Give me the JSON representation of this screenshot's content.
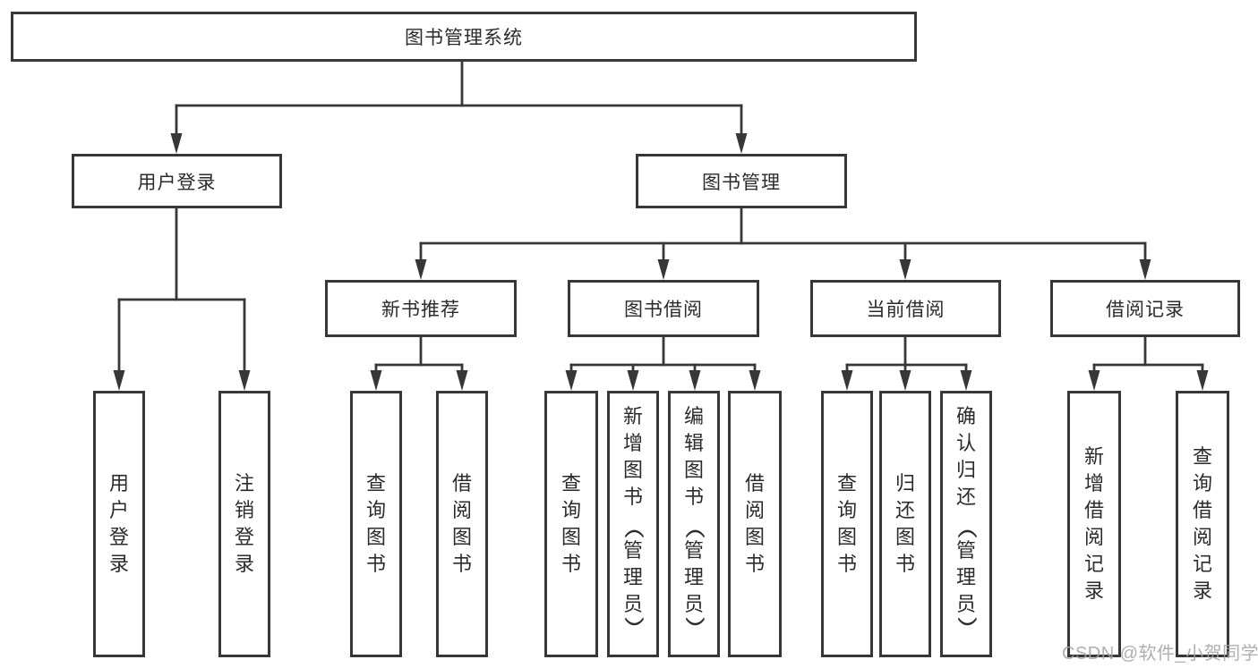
{
  "diagram": {
    "title": "图书管理系统",
    "colors": {
      "line": "#373737",
      "text": "#2b2b2b",
      "box_fill": "#ffffff",
      "background": "#ffffff",
      "watermark": "#a4a4a4"
    },
    "watermark": "CSDN @软件_小贺同学",
    "nodes": {
      "root": {
        "label": "图书管理系统"
      },
      "level2": [
        {
          "label": "用户登录"
        },
        {
          "label": "图书管理"
        }
      ],
      "level3": [
        {
          "label": "新书推荐"
        },
        {
          "label": "图书借阅"
        },
        {
          "label": "当前借阅"
        },
        {
          "label": "借阅记录"
        }
      ],
      "leaves": [
        {
          "label": "用户登录",
          "parent": "用户登录"
        },
        {
          "label": "注销登录",
          "parent": "用户登录"
        },
        {
          "label": "查询图书",
          "parent": "新书推荐"
        },
        {
          "label": "借阅图书",
          "parent": "新书推荐"
        },
        {
          "label": "查询图书",
          "parent": "图书借阅"
        },
        {
          "label": "新增图书（管理员）",
          "parent": "图书借阅"
        },
        {
          "label": "编辑图书（管理员）",
          "parent": "图书借阅"
        },
        {
          "label": "借阅图书",
          "parent": "图书借阅"
        },
        {
          "label": "查询图书",
          "parent": "当前借阅"
        },
        {
          "label": "归还图书",
          "parent": "当前借阅"
        },
        {
          "label": "确认归还（管理员）",
          "parent": "当前借阅"
        },
        {
          "label": "新增借阅记录",
          "parent": "借阅记录"
        },
        {
          "label": "查询借阅记录",
          "parent": "借阅记录"
        }
      ]
    },
    "hierarchy": {
      "图书管理系统": [
        "用户登录",
        "图书管理"
      ],
      "用户登录": [
        "用户登录",
        "注销登录"
      ],
      "图书管理": [
        "新书推荐",
        "图书借阅",
        "当前借阅",
        "借阅记录"
      ],
      "新书推荐": [
        "查询图书",
        "借阅图书"
      ],
      "图书借阅": [
        "查询图书",
        "新增图书（管理员）",
        "编辑图书（管理员）",
        "借阅图书"
      ],
      "当前借阅": [
        "查询图书",
        "归还图书",
        "确认归还（管理员）"
      ],
      "借阅记录": [
        "新增借阅记录",
        "查询借阅记录"
      ]
    }
  }
}
